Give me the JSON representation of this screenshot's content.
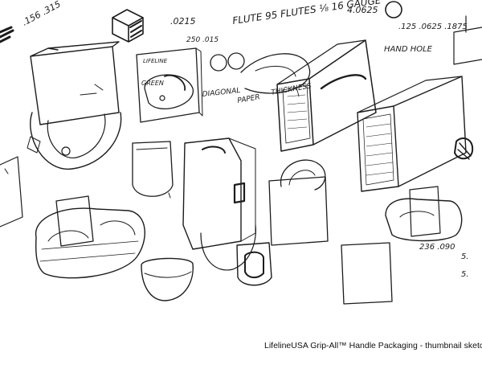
{
  "caption": "LifelineUSA Grip-All™ Handle Packaging - thumbnail sketches",
  "sketch_notes": {
    "top_left_numbers": ".156 .315",
    "dimension_a": ".0215",
    "cardboard_spec": "FLUTE 95 FLUTES ⅛ 16 GAUGE",
    "dimension_b": "4.0625",
    "dimension_list": ".125 .0625 .1875",
    "hand_hole_label": "HAND HOLE",
    "small_numbers": "250 .015",
    "lifeline_label": "LIFELINE",
    "green_label": "GREEN",
    "diagonal_label": "DIAGONAL",
    "thickness_label": "THICKNESS",
    "paper_label": "PAPER",
    "right_numbers": "236 .090",
    "right_edge_a": "5.",
    "right_edge_b": "5."
  },
  "colors": {
    "ink": "#1c1c1c",
    "accent_pink": "#e05a7a",
    "background": "#ffffff"
  }
}
